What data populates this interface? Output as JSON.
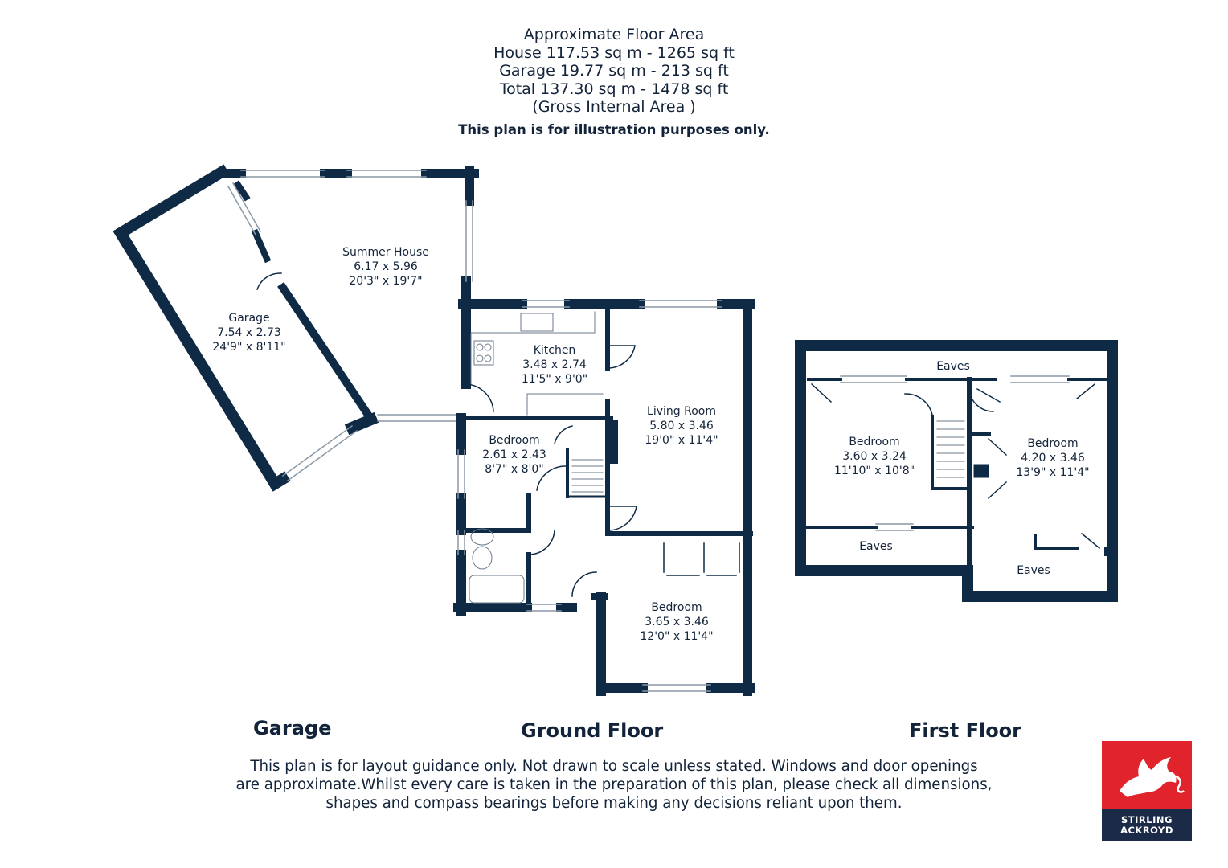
{
  "header": {
    "lines": [
      "Approximate Floor Area",
      "House 117.53 sq m - 1265 sq ft",
      "Garage 19.77 sq m - 213 sq ft",
      "Total 137.30 sq m - 1478 sq ft",
      "(Gross Internal Area )"
    ],
    "note": "This plan is for illustration purposes only."
  },
  "rooms": {
    "summer_house": {
      "name": "Summer House",
      "metric": "6.17 x 5.96",
      "imperial": "20'3\" x 19'7\""
    },
    "garage": {
      "name": "Garage",
      "metric": "7.54 x 2.73",
      "imperial": "24'9\" x 8'11\""
    },
    "kitchen": {
      "name": "Kitchen",
      "metric": "3.48 x 2.74",
      "imperial": "11'5\" x 9'0\""
    },
    "living_room": {
      "name": "Living Room",
      "metric": "5.80 x 3.46",
      "imperial": "19'0\" x 11'4\""
    },
    "bedroom_ground_small": {
      "name": "Bedroom",
      "metric": "2.61 x 2.43",
      "imperial": "8'7\" x 8'0\""
    },
    "bedroom_ground_large": {
      "name": "Bedroom",
      "metric": "3.65 x 3.46",
      "imperial": "12'0\" x 11'4\""
    },
    "bedroom_first_left": {
      "name": "Bedroom",
      "metric": "3.60 x 3.24",
      "imperial": "11'10\" x 10'8\""
    },
    "bedroom_first_right": {
      "name": "Bedroom",
      "metric": "4.20 x 3.46",
      "imperial": "13'9\" x 11'4\""
    },
    "eaves_top": {
      "name": "Eaves"
    },
    "eaves_bottom_left": {
      "name": "Eaves"
    },
    "eaves_bottom_right": {
      "name": "Eaves"
    }
  },
  "floor_labels": {
    "garage": "Garage",
    "ground": "Ground Floor",
    "first": "First Floor"
  },
  "disclaimer": [
    "This plan is for layout guidance only. Not drawn to scale unless stated. Windows and door openings",
    "are approximate.Whilst every care is taken in the preparation of this plan, please check all dimensions,",
    "shapes and compass bearings before making any decisions reliant upon them."
  ],
  "logo": {
    "line1": "STIRLING",
    "line2": "ACKROYD"
  },
  "colors": {
    "wall": "#0f2a44",
    "logo_red": "#e1242b",
    "logo_navy": "#1b2a47"
  }
}
